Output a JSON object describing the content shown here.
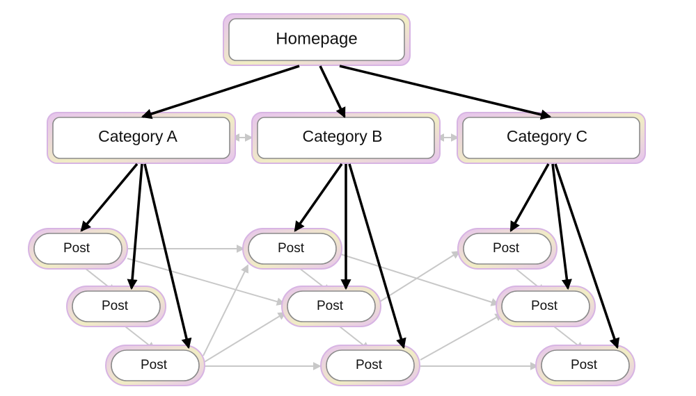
{
  "diagram": {
    "nodes": {
      "homepage": "Homepage",
      "category_a": "Category A",
      "category_b": "Category B",
      "category_c": "Category C",
      "post_a1": "Post",
      "post_a2": "Post",
      "post_a3": "Post",
      "post_b1": "Post",
      "post_b2": "Post",
      "post_b3": "Post",
      "post_c1": "Post",
      "post_c2": "Post",
      "post_c3": "Post"
    },
    "edges": {
      "primary": [
        [
          "homepage",
          "category_a"
        ],
        [
          "homepage",
          "category_b"
        ],
        [
          "homepage",
          "category_c"
        ],
        [
          "category_a",
          "post_a1"
        ],
        [
          "category_a",
          "post_a2"
        ],
        [
          "category_a",
          "post_a3"
        ],
        [
          "category_b",
          "post_b1"
        ],
        [
          "category_b",
          "post_b2"
        ],
        [
          "category_b",
          "post_b3"
        ],
        [
          "category_c",
          "post_c1"
        ],
        [
          "category_c",
          "post_c2"
        ],
        [
          "category_c",
          "post_c3"
        ]
      ],
      "secondary": [
        [
          "category_a",
          "category_b"
        ],
        [
          "category_b",
          "category_c"
        ],
        [
          "post_a1",
          "post_a2"
        ],
        [
          "post_a2",
          "post_a3"
        ],
        [
          "post_b1",
          "post_b2"
        ],
        [
          "post_b2",
          "post_b3"
        ],
        [
          "post_c1",
          "post_c2"
        ],
        [
          "post_c2",
          "post_c3"
        ],
        [
          "post_a1",
          "post_b1"
        ],
        [
          "post_a1",
          "post_b2"
        ],
        [
          "post_a3",
          "post_b1"
        ],
        [
          "post_a3",
          "post_b2"
        ],
        [
          "post_a3",
          "post_b3"
        ],
        [
          "post_b1",
          "post_c2"
        ],
        [
          "post_b2",
          "post_c1"
        ],
        [
          "post_b3",
          "post_c2"
        ],
        [
          "post_b3",
          "post_c3"
        ]
      ]
    },
    "colors": {
      "primary_edge": "#000000",
      "secondary_edge": "#c8c8c8",
      "node_glow_pink": "#e6c3ee",
      "node_glow_yellow": "#f1edc4",
      "node_border": "#8a8a8a"
    }
  }
}
